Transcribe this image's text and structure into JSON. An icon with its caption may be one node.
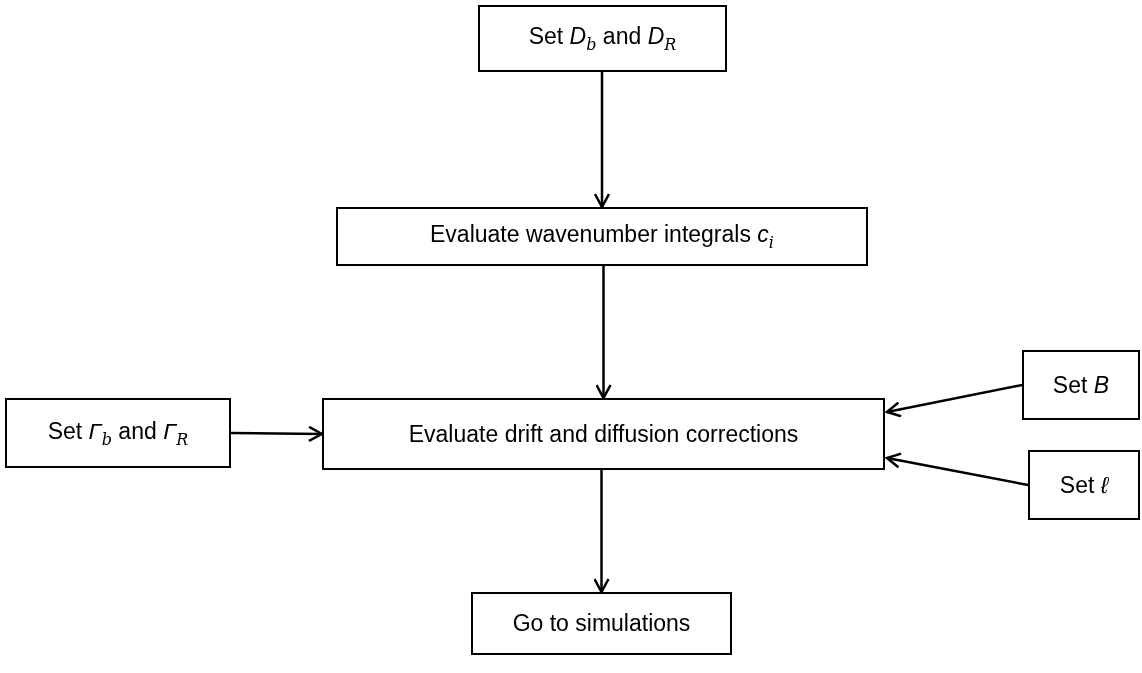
{
  "diagram": {
    "nodes": [
      {
        "text": [
          "Set *D*$_{b}$ and *D*$_{R}$"
        ]
      },
      {
        "text": [
          "Evaluate wavenumber integrals *c*$_{i}$"
        ]
      },
      {
        "text": [
          "Set *Γ*$_{b}$ and *Γ*$_{R}$"
        ]
      },
      {
        "text": [
          "Evaluate drift and diffusion corrections"
        ]
      },
      {
        "text": [
          "Set *B*"
        ]
      },
      {
        "text": [
          "Set *ℓ*"
        ]
      },
      {
        "text": [
          "Go to simulations"
        ]
      }
    ],
    "edges": [
      {
        "from": 0,
        "to": 1,
        "arrow": "to"
      },
      {
        "from": 1,
        "to": 3,
        "arrow": "to"
      },
      {
        "from": 2,
        "to": 3,
        "arrow": "to"
      },
      {
        "from": 4,
        "to": 3,
        "arrow": "to"
      },
      {
        "from": 5,
        "to": 3,
        "arrow": "to"
      },
      {
        "from": 3,
        "to": 6,
        "arrow": "to"
      }
    ]
  }
}
